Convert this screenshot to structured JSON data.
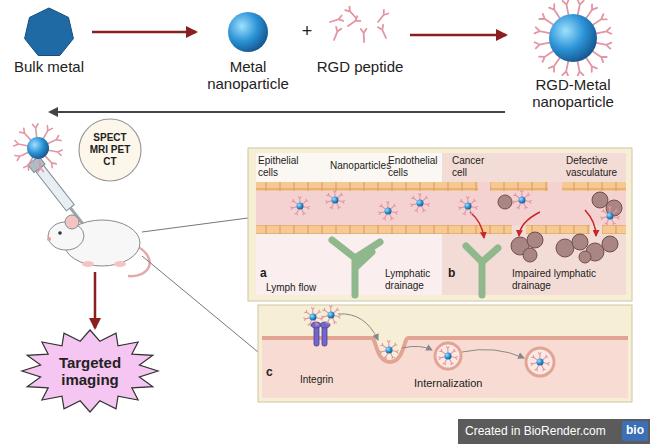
{
  "diagram": {
    "nodes": [
      {
        "text": [
          "Bulk metal"
        ]
      },
      {
        "text": [
          "Metal nanoparticle"
        ]
      },
      {
        "text": [
          "RGD peptide"
        ]
      },
      {
        "text": [
          "RGD-Metal nanoparticle"
        ]
      },
      {
        "text": [
          "SPECT MRI PET CT"
        ]
      },
      {
        "text": [
          "Targeted imaging"
        ]
      }
    ],
    "edges": [
      {
        "from": 0,
        "to": 1,
        "arrow": "to"
      },
      {
        "from": 2,
        "to": 3,
        "arrow": "to"
      }
    ],
    "labels": [
      "+",
      "Epithelial cells",
      "Nanoparticles",
      "Endothelial cells",
      "Cancer cell",
      "Defective vasculature",
      "a",
      "Lymph flow",
      "Lymphatic drainage",
      "b",
      "Impaired lymphatic drainage",
      "c",
      "Integrin",
      "Internalization",
      "Created in BioRender.com",
      "bio"
    ]
  }
}
